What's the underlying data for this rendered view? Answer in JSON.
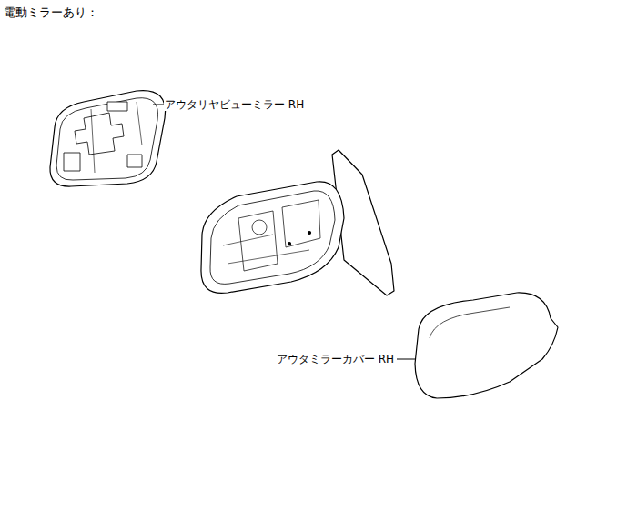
{
  "diagram": {
    "title": "電動ミラーあり：",
    "labels": [
      "アウタリヤビューミラー RH",
      "アウタミラーカバー RH"
    ]
  }
}
